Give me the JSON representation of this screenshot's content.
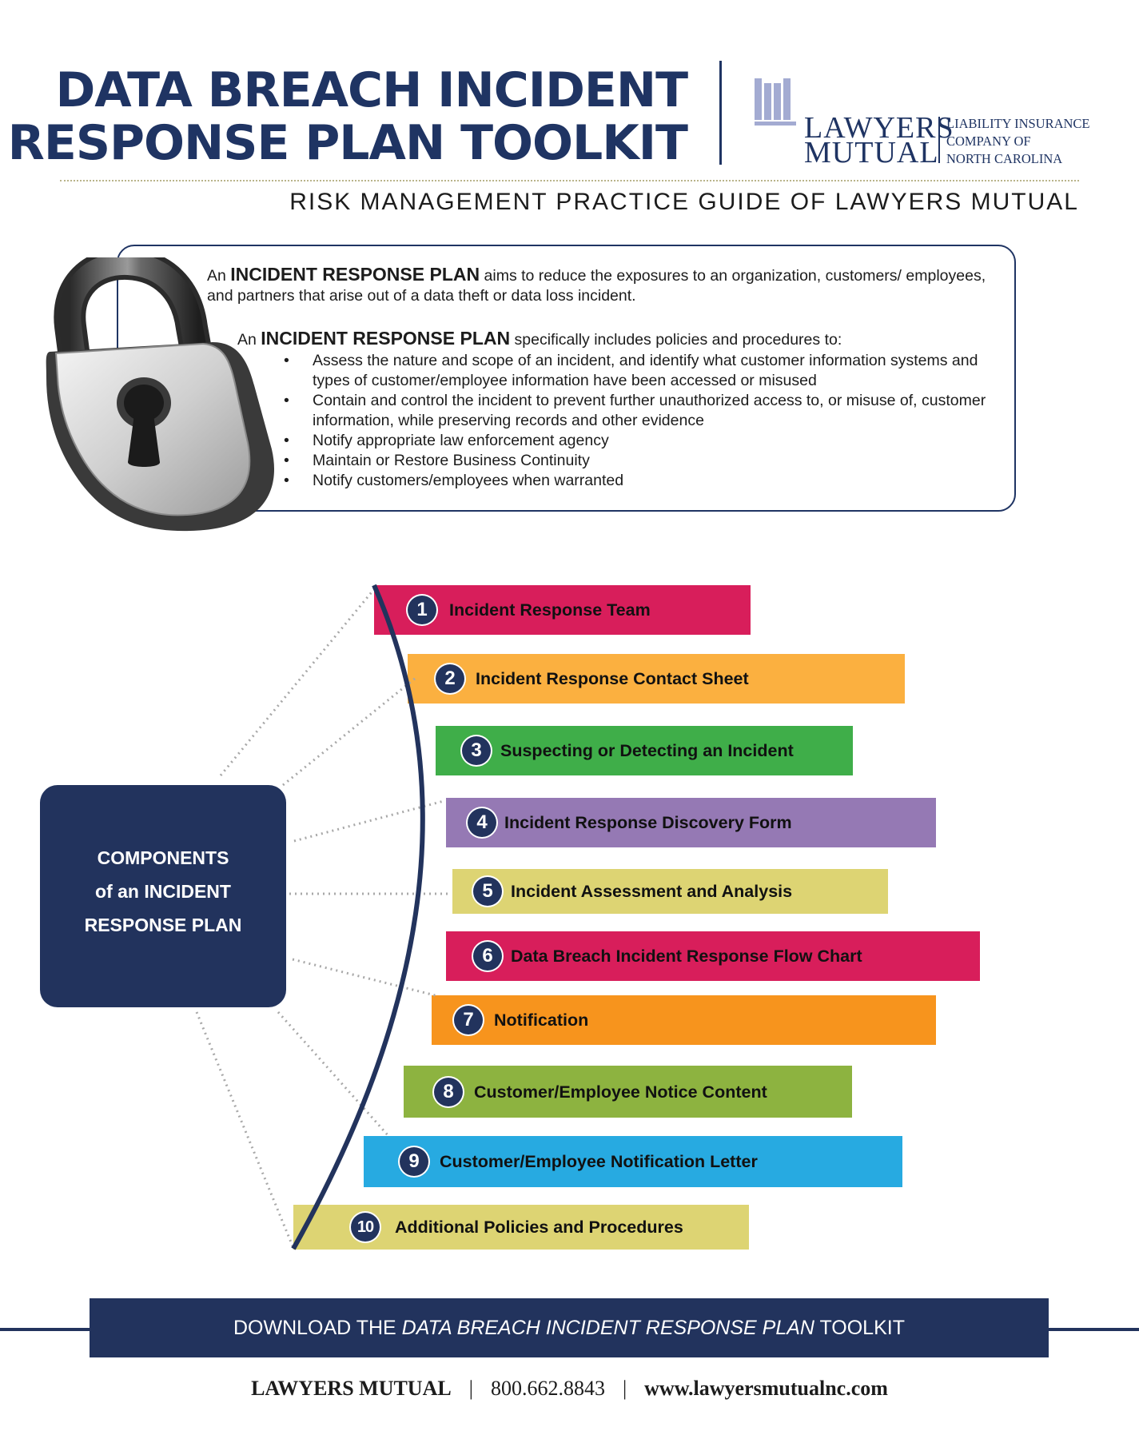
{
  "header": {
    "title_lines": [
      "DATA BREACH INCIDENT",
      "RESPONSE PLAN TOOLKIT"
    ],
    "subtitle": "RISK MANAGEMENT PRACTICE GUIDE OF LAWYERS MUTUAL"
  },
  "logo": {
    "word_1": "LAWYERS",
    "word_2": "MUTUAL",
    "sub_lines": [
      "LIABILITY INSURANCE",
      "COMPANY OF",
      "NORTH CAROLINA"
    ]
  },
  "intro": {
    "p1_prefix": "An ",
    "p1_term": "INCIDENT RESPONSE PLAN",
    "p1_rest": " aims to reduce the exposures to an organization, customers/ employees, and partners that arise out of a data theft or data loss incident.",
    "p2_prefix": "An ",
    "p2_term": "INCIDENT RESPONSE PLAN",
    "p2_rest": " specifically includes policies and procedures to:",
    "bullets": [
      "Assess the nature and scope of an incident, and identify what customer information systems and types of customer/employee information have been accessed or misused",
      "Contain and control the incident to prevent further unauthorized access to, or misuse of, customer information, while preserving records and other evidence",
      "Notify appropriate law enforcement agency",
      "Maintain or Restore Business Continuity",
      "Notify customers/employees when warranted"
    ]
  },
  "components": {
    "title_lines": [
      "COMPONENTS",
      "of an INCIDENT",
      "RESPONSE PLAN"
    ],
    "items": [
      {
        "num": "1",
        "label": "Incident Response Team",
        "color": "#d81e5b"
      },
      {
        "num": "2",
        "label": "Incident Response Contact Sheet",
        "color": "#fbb040"
      },
      {
        "num": "3",
        "label": "Suspecting or Detecting an Incident",
        "color": "#3fae49"
      },
      {
        "num": "4",
        "label": "Incident Response Discovery Form",
        "color": "#9579b4"
      },
      {
        "num": "5",
        "label": "Incident Assessment and Analysis",
        "color": "#ddd473"
      },
      {
        "num": "6",
        "label": "Data Breach Incident Response Flow Chart",
        "color": "#d81e5b"
      },
      {
        "num": "7",
        "label": "Notification",
        "color": "#f7941d"
      },
      {
        "num": "8",
        "label": "Customer/Employee Notice Content",
        "color": "#8db340"
      },
      {
        "num": "9",
        "label": "Customer/Employee Notification Letter",
        "color": "#27aae1"
      },
      {
        "num": "10",
        "label": "Additional Policies and Procedures",
        "color": "#ddd473"
      }
    ]
  },
  "footer": {
    "download_prefix": "DOWNLOAD THE ",
    "download_em": "DATA BREACH INCIDENT RESPONSE PLAN",
    "download_suffix": " TOOLKIT",
    "company": "LAWYERS MUTUAL",
    "phone": "800.662.8843",
    "website": "www.lawyersmutualnc.com"
  }
}
